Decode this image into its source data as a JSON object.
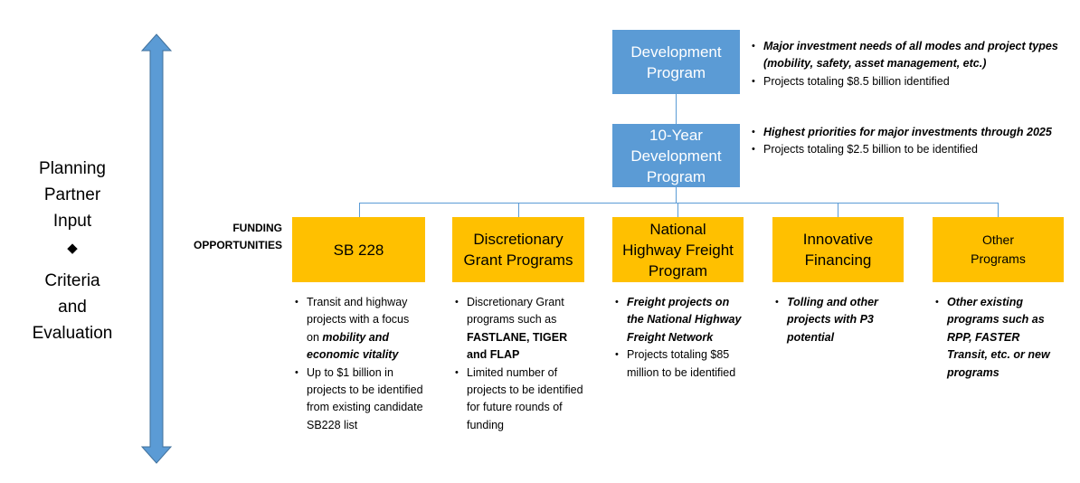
{
  "left_panel": {
    "top_label": [
      "Planning",
      "Partner",
      "Input"
    ],
    "diamond": "◆",
    "bottom_label": [
      "Criteria",
      "and",
      "Evaluation"
    ]
  },
  "colors": {
    "blue": "#5b9bd5",
    "gold": "#ffc000"
  },
  "development_program": {
    "title": "Development Program",
    "bullets": [
      [
        {
          "t": "Major investment needs of all modes and project types (mobility, safety, asset management, etc.)",
          "s": "bi"
        }
      ],
      [
        {
          "t": "Projects totaling $8.5 billion identified",
          "s": ""
        }
      ]
    ]
  },
  "ten_year_program": {
    "title": "10-Year Development Program",
    "bullets": [
      [
        {
          "t": "Highest priorities for major investments through 2025",
          "s": "bi"
        }
      ],
      [
        {
          "t": "Projects totaling $2.5 billion to be identified",
          "s": ""
        }
      ]
    ]
  },
  "funding_label": "FUNDING OPPORTUNITIES",
  "funding": [
    {
      "title": "SB 228",
      "bullets": [
        [
          {
            "t": "Transit and highway projects with a focus on ",
            "s": ""
          },
          {
            "t": "mobility and economic vitality",
            "s": "bi"
          }
        ],
        [
          {
            "t": "Up to $1 billion in projects to be identified from existing candidate SB228 list",
            "s": ""
          }
        ]
      ]
    },
    {
      "title": "Discretionary Grant Programs",
      "bullets": [
        [
          {
            "t": "Discretionary Grant programs such as ",
            "s": ""
          },
          {
            "t": "FASTLANE, TIGER and FLAP",
            "s": "b"
          }
        ],
        [
          {
            "t": "Limited number of projects to be identified for future rounds of funding",
            "s": ""
          }
        ]
      ]
    },
    {
      "title": "National Highway Freight Program",
      "bullets": [
        [
          {
            "t": "Freight projects on the National Highway Freight Network",
            "s": "bi"
          }
        ],
        [
          {
            "t": "Projects totaling $85 million to be identified",
            "s": ""
          }
        ]
      ]
    },
    {
      "title": "Innovative Financing",
      "bullets": [
        [
          {
            "t": "Tolling and other projects with P3 potential",
            "s": "bi"
          }
        ]
      ]
    },
    {
      "title": "Other Programs",
      "bullets": [
        [
          {
            "t": "Other existing programs such as RPP, FASTER Transit, etc. or new programs",
            "s": "bi"
          }
        ]
      ]
    }
  ]
}
